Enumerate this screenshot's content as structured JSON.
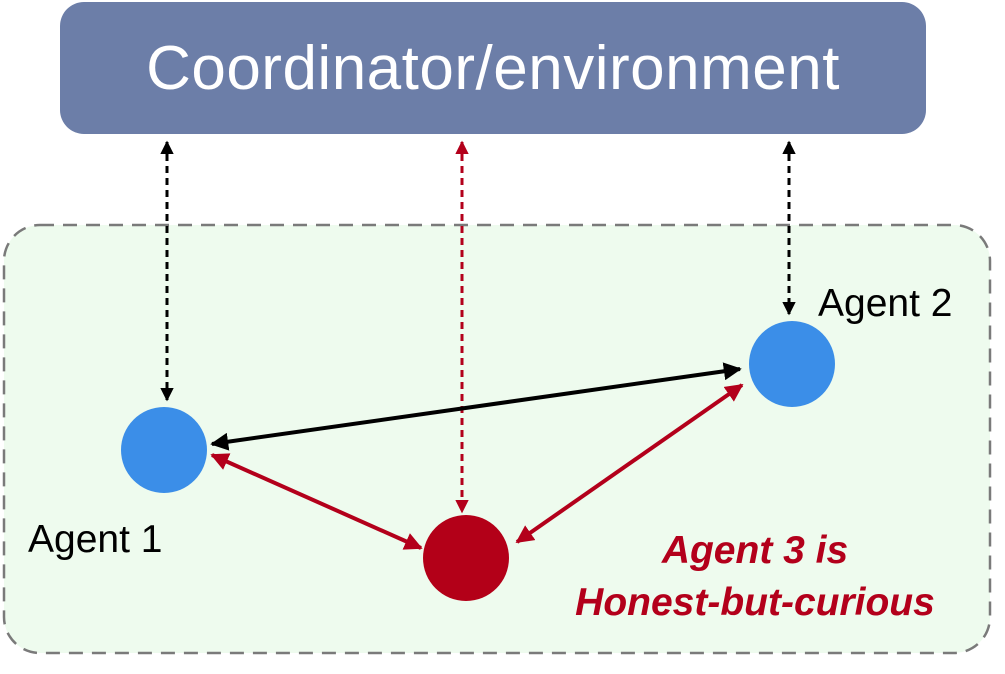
{
  "coordinator": {
    "label": "Coordinator/environment"
  },
  "agents": {
    "agent1": {
      "label": "Agent 1"
    },
    "agent2": {
      "label": "Agent 2"
    },
    "agent3": {
      "label": ""
    }
  },
  "note": {
    "line1": "Agent 3 is",
    "line2": "Honest-but-curious"
  },
  "colors": {
    "coordinator_fill": "#6c7ea8",
    "group_fill": "#eefbee",
    "group_border": "#7a7a7a",
    "honest_agent": "#3b8ee8",
    "curious_agent": "#b30018",
    "link_honest": "#000000",
    "link_curious": "#b3001b",
    "note_text": "#b3001b"
  }
}
